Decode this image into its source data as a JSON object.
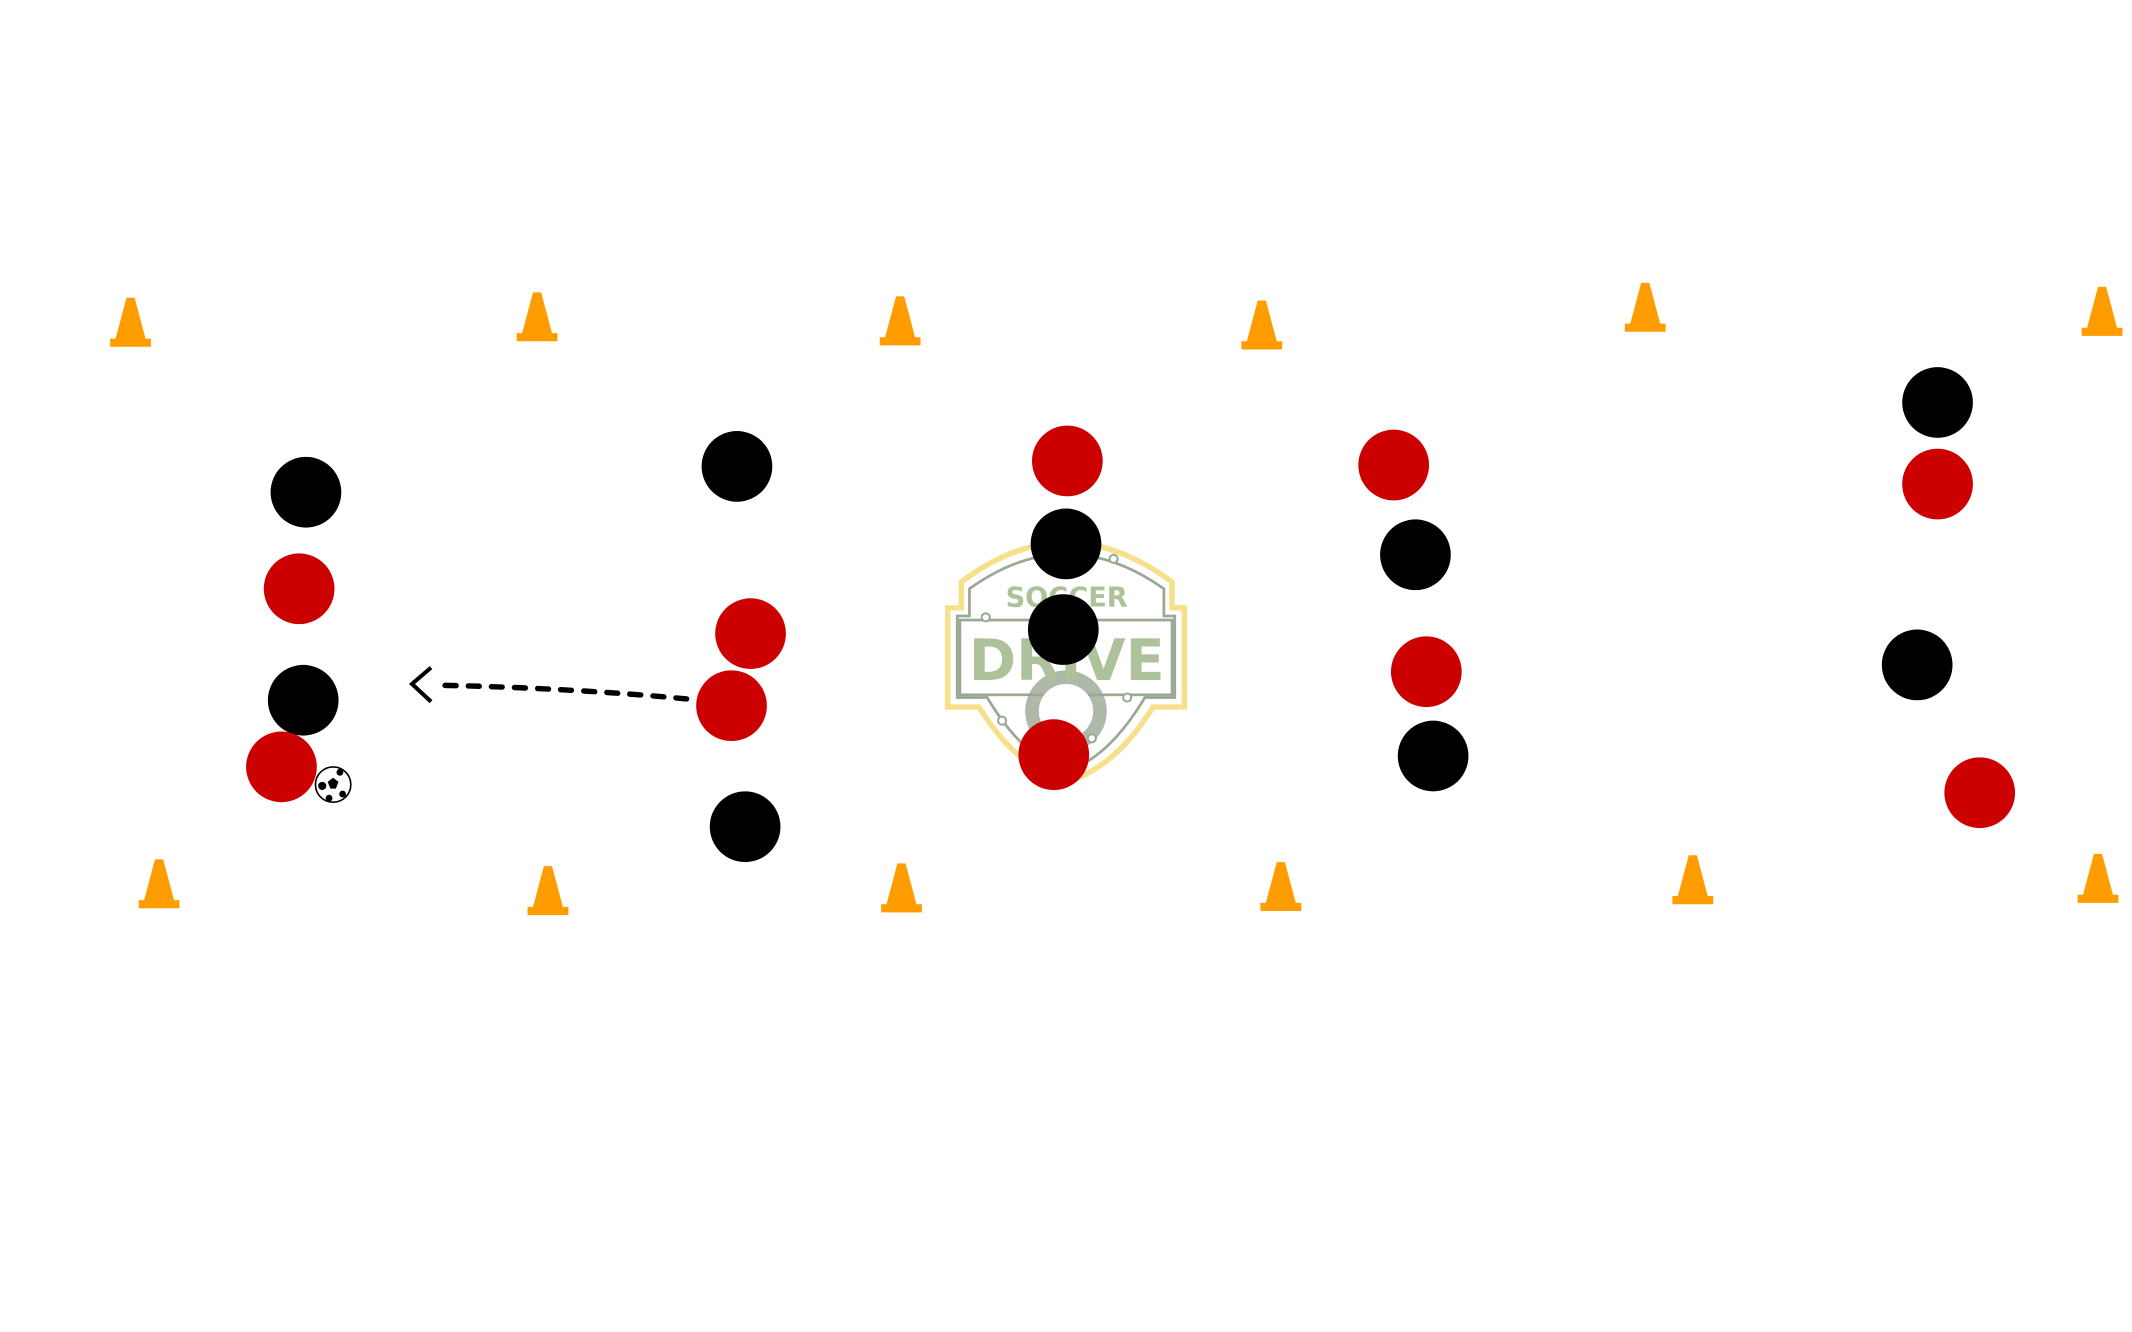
{
  "diagram": {
    "logo": {
      "line1": "SOCCER",
      "line2": "DRIVE"
    },
    "colors": {
      "cone": "#ff9c00",
      "team_red": "#cc0000",
      "team_black": "#000000",
      "logo_green": "#adc29b",
      "logo_gray": "#9aa894",
      "logo_yellow": "#f7e08a"
    },
    "players_team": [
      "black",
      "black",
      "black",
      "black",
      "black",
      "black",
      "black",
      "black",
      "black",
      "black",
      "red",
      "red",
      "red",
      "red",
      "red",
      "red",
      "red",
      "red",
      "red",
      "red"
    ],
    "cone_count": 12,
    "has_ball": true,
    "pass_arrow": {
      "style": "dashed",
      "direction": "left"
    }
  }
}
